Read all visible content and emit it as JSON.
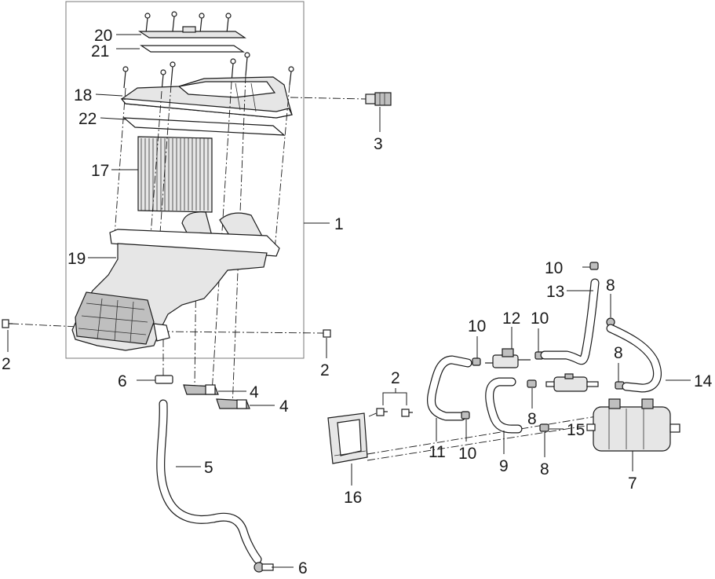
{
  "diagram": {
    "title": "",
    "callouts": {
      "c20": "20",
      "c21": "21",
      "c18": "18",
      "c22": "22",
      "c17": "17",
      "c1": "1",
      "c19": "19",
      "c3": "3",
      "c2_left": "2",
      "c2_mid": "2",
      "c2_bracket": "2",
      "c6_top": "6",
      "c6_bottom": "6",
      "c4_a": "4",
      "c4_b": "4",
      "c5": "5",
      "c10_top": "10",
      "c13": "13",
      "c8_top": "8",
      "c12": "12",
      "c10_a": "10",
      "c10_b": "10",
      "c8_mid": "8",
      "c14": "14",
      "c8_low": "8",
      "c15": "15",
      "c11": "11",
      "c10_low": "10",
      "c9": "9",
      "c8_bottom": "8",
      "c7": "7",
      "c16": "16"
    }
  }
}
